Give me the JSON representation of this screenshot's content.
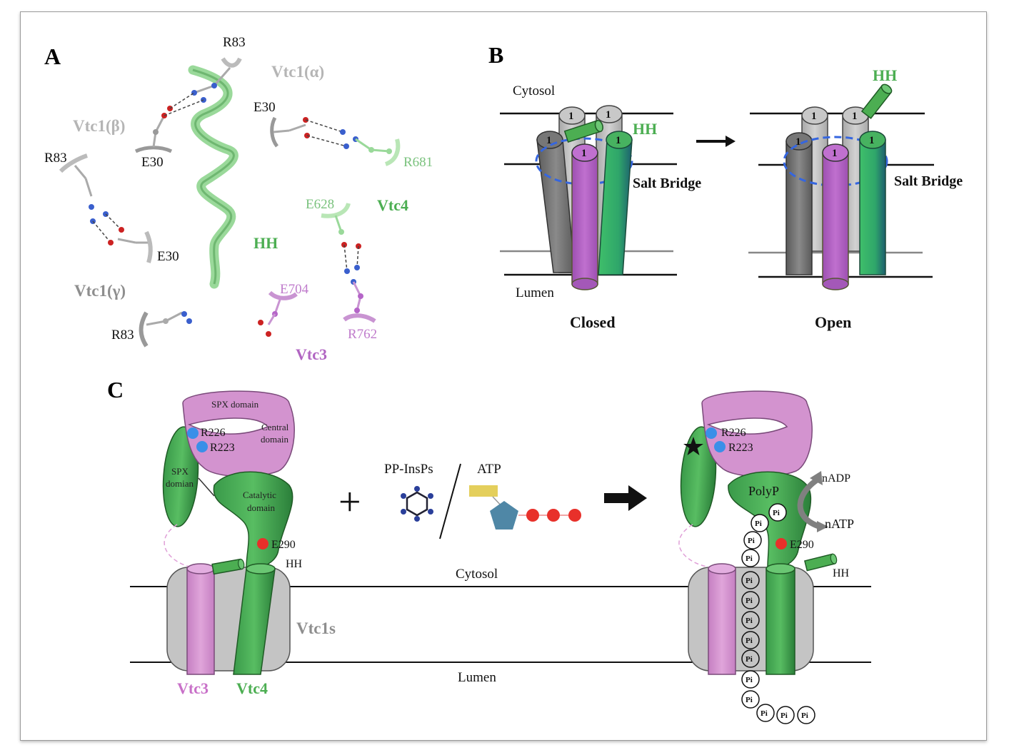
{
  "panels": {
    "a": "A",
    "b": "B",
    "c": "C"
  },
  "panel_a": {
    "vtc1_alpha": "Vtc1(α)",
    "vtc1_beta": "Vtc1(β)",
    "vtc1_gamma": "Vtc1(γ)",
    "vtc4": "Vtc4",
    "vtc3": "Vtc3",
    "hh": "HH",
    "r83_top": "R83",
    "r83_left": "R83",
    "r83_bottom": "R83",
    "e30_beta": "E30",
    "e30_alpha": "E30",
    "e30_gamma": "E30",
    "r681": "R681",
    "e628": "E628",
    "e704": "E704",
    "r762": "R762"
  },
  "panel_b": {
    "cytosol": "Cytosol",
    "lumen": "Lumen",
    "hh_closed": "HH",
    "hh_open": "HH",
    "salt_bridge_closed": "Salt Bridge",
    "salt_bridge_open": "Salt Bridge",
    "closed": "Closed",
    "open": "Open",
    "helix_number": "1"
  },
  "panel_c": {
    "spx_domain": "SPX domain",
    "central_domain_1": "Central",
    "central_domain_2": "domain",
    "spx_domian_1": "SPX",
    "spx_domian_2": "domian",
    "catalytic_1": "Catalytic",
    "catalytic_2": "domain",
    "r226": "R226",
    "r223": "R223",
    "r226_right": "R226",
    "r223_right": "R223",
    "e290": "E290",
    "e290_right": "E290",
    "hh_left": "HH",
    "hh_right": "HH",
    "plus": "+",
    "pp_insps": "PP-InsPs",
    "atp": "ATP",
    "cytosol": "Cytosol",
    "lumen": "Lumen",
    "vtc1s": "Vtc1s",
    "vtc3": "Vtc3",
    "vtc4": "Vtc4",
    "polyp": "PolyP",
    "nadp": "nADP",
    "natp": "nATP",
    "pi": "Pi"
  },
  "colors": {
    "green": "#4cae52",
    "magenta": "#b165c2",
    "pink": "#d690cc",
    "grey": "#b5b5b5",
    "blue_dot": "#3a8fe8",
    "red_dot": "#e8302a"
  }
}
